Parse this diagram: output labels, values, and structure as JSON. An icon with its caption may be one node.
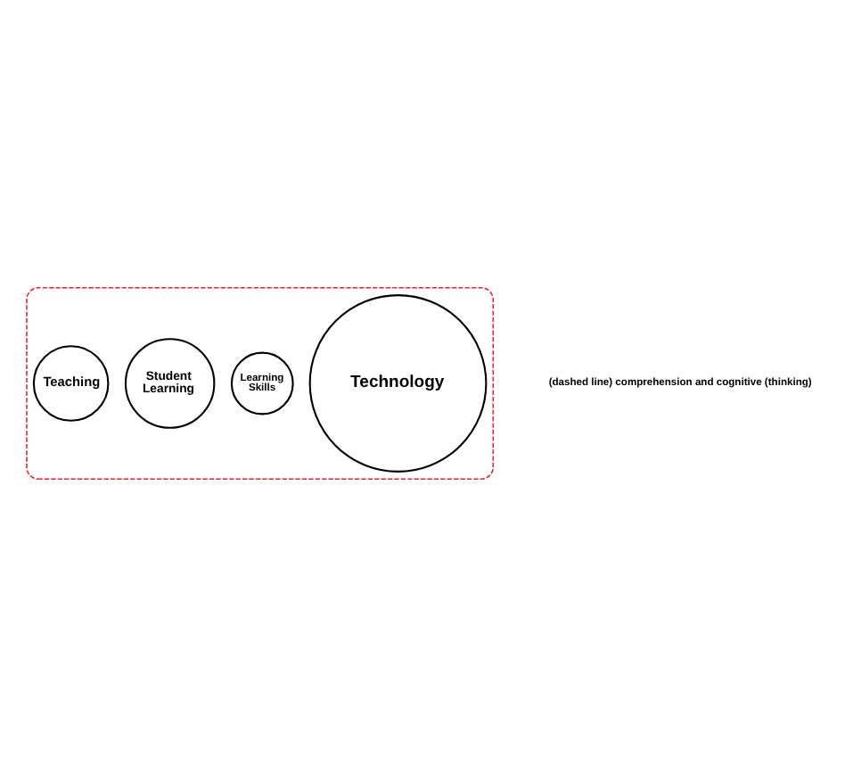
{
  "diagram": {
    "nodes": [
      {
        "text": [],
        "shape": "ellipse"
      },
      {
        "text": [
          "Technology"
        ],
        "in": 0
      },
      {
        "text": [
          "Learning Skills"
        ],
        "in": 0
      },
      {
        "text": [
          "Student Learning"
        ],
        "in": 0
      },
      {
        "text": [
          "Teaching"
        ],
        "in": 0
      }
    ],
    "legend": [
      {
        "text": "(dashed line) comprehension and cognitive (thinking)"
      }
    ]
  }
}
